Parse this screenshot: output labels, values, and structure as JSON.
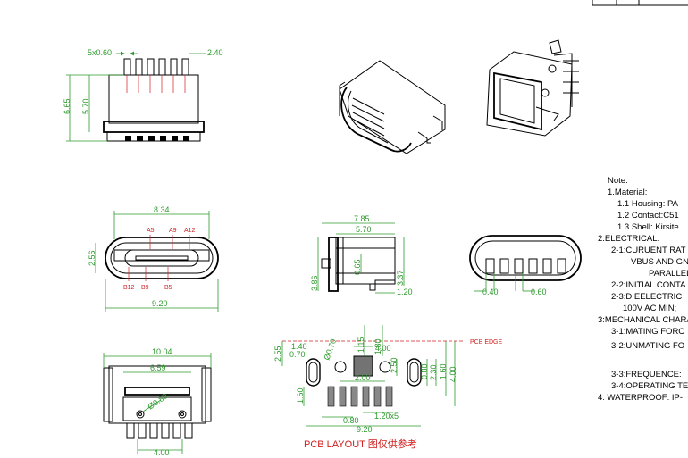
{
  "top_view": {
    "pin_pitch": "5x0.60",
    "width_dim": "2.40",
    "height_total": "6.65",
    "height_body": "5.70"
  },
  "front_view": {
    "width_top": "8.34",
    "width_bottom": "9.20",
    "height": "2.56",
    "pin_a5": "A5",
    "pin_a9": "A9",
    "pin_a12": "A12",
    "pin_b12": "B12",
    "pin_b9": "B9",
    "pin_b5": "B5"
  },
  "side_view": {
    "length": "7.85",
    "length2": "5.70",
    "h1": "3.86",
    "h2": "0.65",
    "h3": "3.37",
    "foot": "1.20"
  },
  "rear_view": {
    "d1": "0.40",
    "d2": "0.60"
  },
  "bottom_view": {
    "w1": "10.04",
    "w2": "6.59",
    "hole": "Ø0.80",
    "w3": "4.00"
  },
  "pcb": {
    "d_400": "4.00",
    "d_115": "1.15",
    "d_180": "1.80",
    "d_140": "1.40",
    "d_070": "0.70",
    "d_255": "2.55",
    "hole": "Ø0.70",
    "d_250": "2.50",
    "d_080_t": "0.80",
    "d_230": "2.30",
    "d_160": "1.60",
    "d_400_r": "4.00",
    "d_200": "2.00",
    "d_080": "0.80",
    "d_120x5": "1.20x5",
    "d_920": "9.20",
    "d_160_l": "1.60",
    "edge": "PCB EDGE",
    "title": "PCB LAYOUT 图仅供参考"
  },
  "notes": [
    "Note:",
    "1.Material:",
    "1.1  Housing:  PA",
    "1.2  Contact:C51",
    "1.3  Shell:  Kirsite",
    "2.ELECTRICAL:",
    "2-1:CURUENT  RAT",
    "VBUS  AND  GN",
    "PARALLEL",
    "2-2:INITIAL  CONTA",
    "2-3:DIEELECTRIC",
    "100V  AC  MIN;",
    "3:MECHANICAL  CHARA",
    "3-1:MATING  FORC",
    "3-2:UNMATING  FO",
    "3-3:FREQUENCE:",
    "3-4:OPERATING  TE",
    "4:  WATERPROOF:  IP-"
  ]
}
